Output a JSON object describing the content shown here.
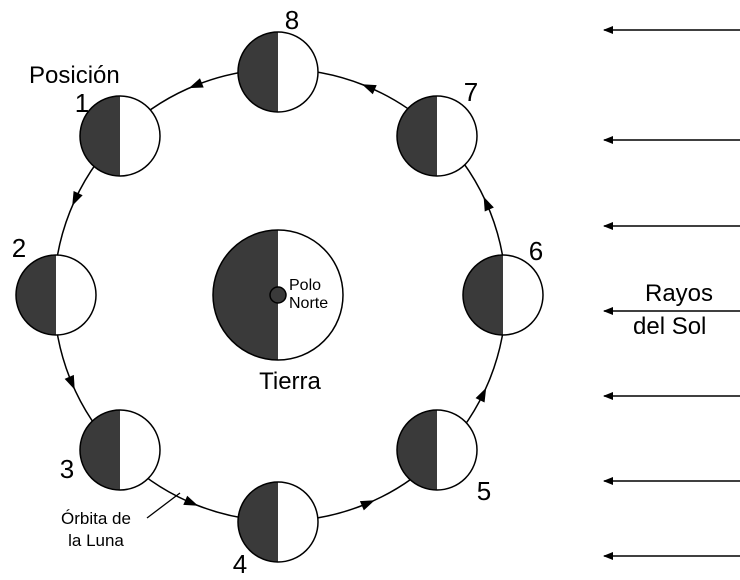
{
  "labels": {
    "posicion": "Posición",
    "tierra": "Tierra",
    "polo_line1": "Polo",
    "polo_line2": "Norte",
    "orbita_line1": "Órbita de",
    "orbita_line2": "la Luna",
    "rayos_line1": "Rayos",
    "rayos_line2": "del Sol"
  },
  "moon_positions": [
    "1",
    "2",
    "3",
    "4",
    "5",
    "6",
    "7",
    "8"
  ],
  "colors": {
    "dark": "#3a3a3a",
    "light": "#ffffff",
    "stroke": "#000000"
  }
}
